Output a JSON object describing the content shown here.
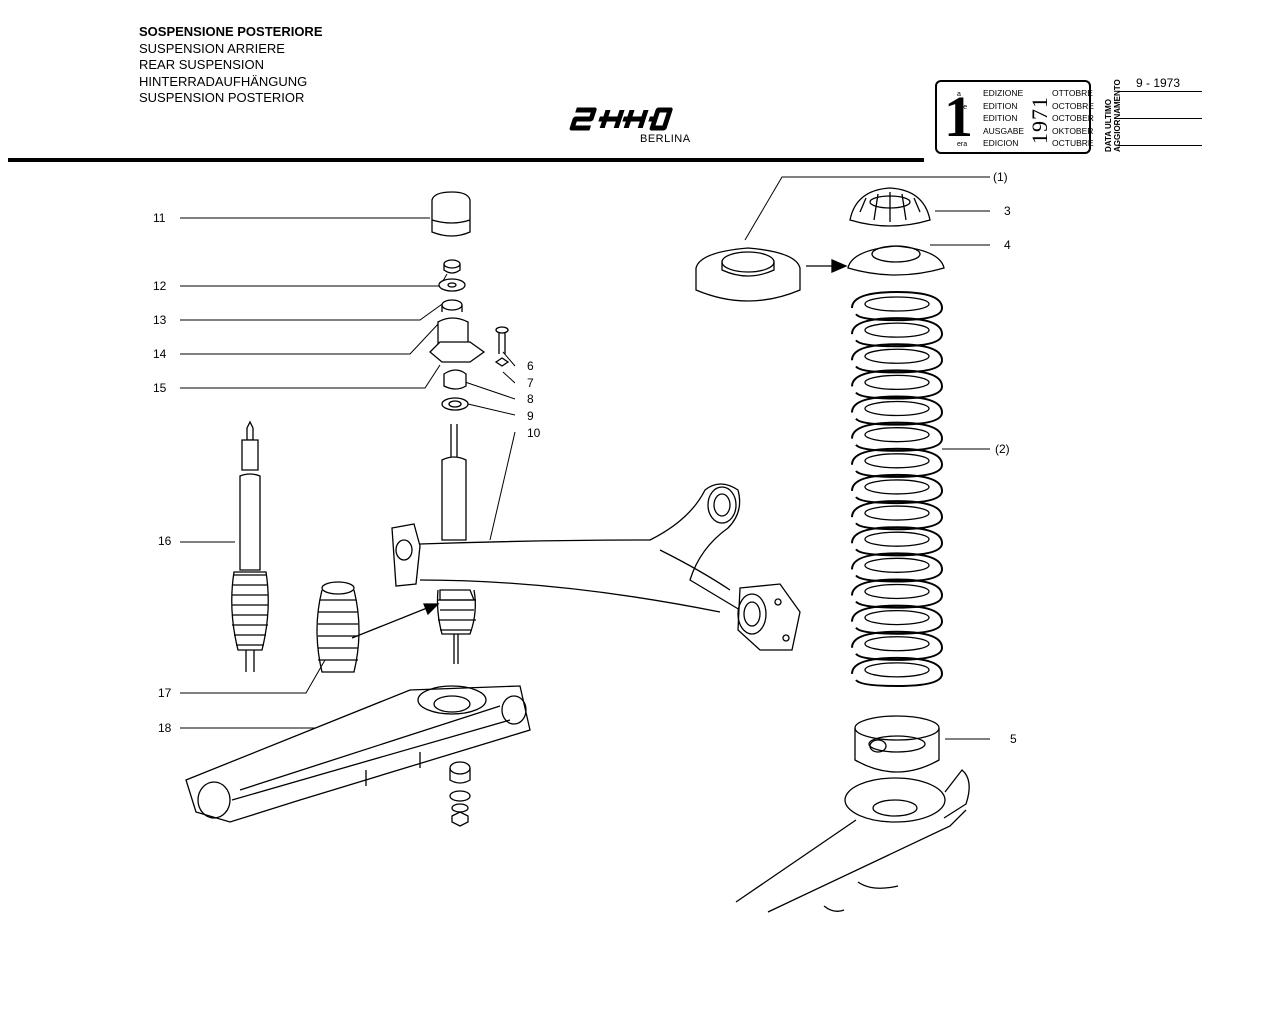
{
  "header": {
    "titles": [
      "SOSPENSIONE POSTERIORE",
      "SUSPENSION ARRIERE",
      "REAR SUSPENSION",
      "HINTERRADAUFHÄNGUNG",
      "SUSPENSION POSTERIOR"
    ],
    "model": "2000",
    "model_sub": "BERLINA"
  },
  "edition_box": {
    "number": "1",
    "suffixes": [
      "a",
      "ere",
      "st",
      ".",
      "era"
    ],
    "labels": [
      "EDIZIONE",
      "EDITION",
      "EDITION",
      "AUSGABE",
      "EDICION"
    ],
    "year": "1971",
    "months": [
      "OTTOBRE",
      "OCTOBRE",
      "OCTOBER",
      "OKTOBER",
      "OCTUBRE"
    ]
  },
  "update": {
    "label_line1": "DATA ULTIMO",
    "label_line2": "AGGIORNAMENTO",
    "date": "9 - 1973"
  },
  "callouts": {
    "c1": "(1)",
    "c2": "(2)",
    "c3": "3",
    "c4": "4",
    "c5": "5",
    "c6": "6",
    "c7": "7",
    "c8": "8",
    "c9": "9",
    "c10": "10",
    "c11": "11",
    "c12": "12",
    "c13": "13",
    "c14": "14",
    "c15": "15",
    "c16": "16",
    "c17": "17",
    "c18": "18"
  }
}
